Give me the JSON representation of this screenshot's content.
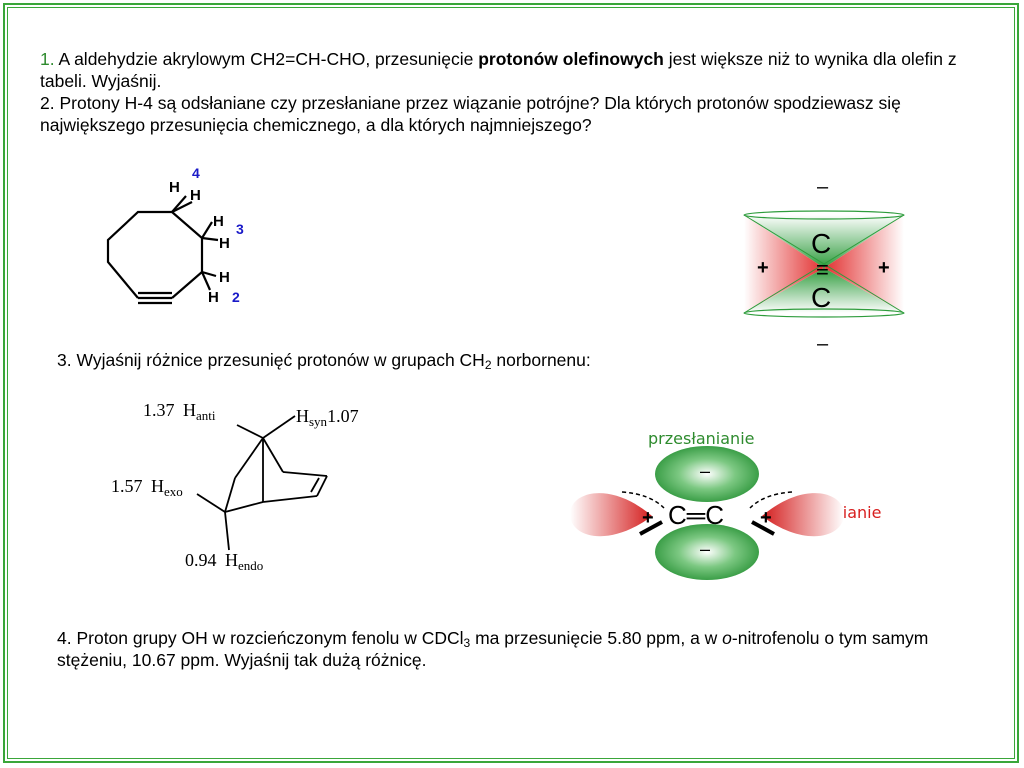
{
  "q1": {
    "num": "1.",
    "pre": " A aldehydzie akrylowym CH2=CH-CHO,  przesunięcie ",
    "bold": "protonów olefinowych",
    "post": " jest większe niż to wynika dla olefin z tabeli. Wyjaśnij."
  },
  "q2": {
    "text": "2. Protony H-4 są odsłaniane czy przesłaniane przez wiązanie potrójne? Dla których protonów spodziewasz się największego przesunięcia chemicznego, a dla których najmniejszego?"
  },
  "q3": {
    "pre": "3. Wyjaśnij różnice przesunięć protonów w grupach CH",
    "sub": "2",
    "post": " norbornenu:"
  },
  "q4": {
    "pre": "4. Proton grupy OH w rozcieńczonym fenolu w CDCl",
    "sub": "3",
    "mid1": " ma przesunięcie 5.80 ppm, a w ",
    "italic": "o",
    "post": "-nitrofenolu o tym samym stężeniu, 10.67 ppm. Wyjaśnij tak dużą różnicę."
  },
  "cyclooctyne": {
    "h": "H",
    "label4": "4",
    "label3": "3",
    "label2": "2",
    "label_color": "#1a1ac8"
  },
  "alkyne_cone": {
    "c_top": "C",
    "c_bottom": "C",
    "triple": "≡",
    "plus": "+",
    "minus": "–",
    "red": "#e23030",
    "green": "#2e9c3c"
  },
  "norbornene": {
    "anti_val": "1.37",
    "anti_h": "H",
    "anti_sub": "anti",
    "syn_h": "H",
    "syn_sub": "syn",
    "syn_val": "1.07",
    "exo_val": "1.57",
    "exo_h": "H",
    "exo_sub": "exo",
    "endo_val": "0.94",
    "endo_h": "H",
    "endo_sub": "endo"
  },
  "alkene_cone": {
    "label_shield": "przesłanianie",
    "label_deshield": "odsłanianie",
    "bond": "C═C",
    "plus": "+",
    "minus": "–",
    "shield_color": "#2e8b2e",
    "deshield_color": "#d81e1e"
  }
}
